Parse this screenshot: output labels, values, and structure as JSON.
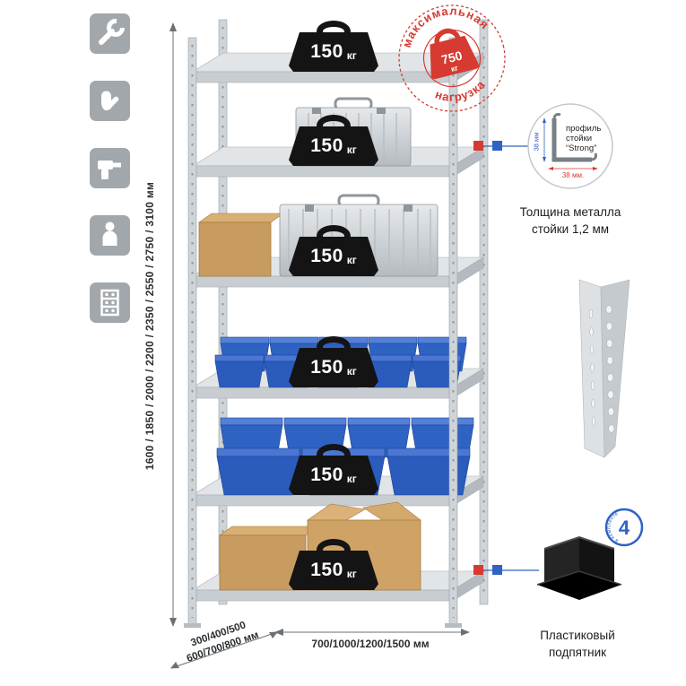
{
  "colors": {
    "accent_red": "#d63a31",
    "accent_blue": "#2f63c4",
    "metal_gray": "#cfd4d8",
    "bin_blue": "#2e62c3",
    "cardboard": "#c89c60",
    "weight_black": "#141414"
  },
  "left_icons": [
    {
      "name": "wrench-icon"
    },
    {
      "name": "gloves-icon"
    },
    {
      "name": "drill-icon"
    },
    {
      "name": "person-icon"
    },
    {
      "name": "shelving-icon"
    }
  ],
  "height_dimension_label": "1600 / 1850 / 2000 / 2200 / 2350 / 2550 / 2750 / 3100 мм",
  "rack": {
    "shelf_loads": [
      {
        "value": "150",
        "unit": "кг"
      },
      {
        "value": "150",
        "unit": "кг"
      },
      {
        "value": "150",
        "unit": "кг"
      },
      {
        "value": "150",
        "unit": "кг"
      },
      {
        "value": "150",
        "unit": "кг"
      },
      {
        "value": "150",
        "unit": "кг"
      }
    ]
  },
  "stamp": {
    "arc_top": "максимальная",
    "arc_bottom": "нагрузка",
    "value": "750",
    "unit": "кг"
  },
  "profile_detail": {
    "label_line1": "профиль",
    "label_line2": "стойки",
    "label_line3": "“Strong”",
    "dim_vertical": "38 мм",
    "dim_horizontal": "38 мм.",
    "caption_line1": "Толщина металла",
    "caption_line2": "стойки 1,2 мм"
  },
  "foot_detail": {
    "badge_number": "4",
    "badge_arc_text": "в комплекте",
    "caption_line1": "Пластиковый",
    "caption_line2": "подпятник"
  },
  "bottom_dimensions": {
    "depth_line1": "300/400/500",
    "depth_line2": "600/700/800 мм",
    "width_label": "700/1000/1200/1500 мм"
  }
}
